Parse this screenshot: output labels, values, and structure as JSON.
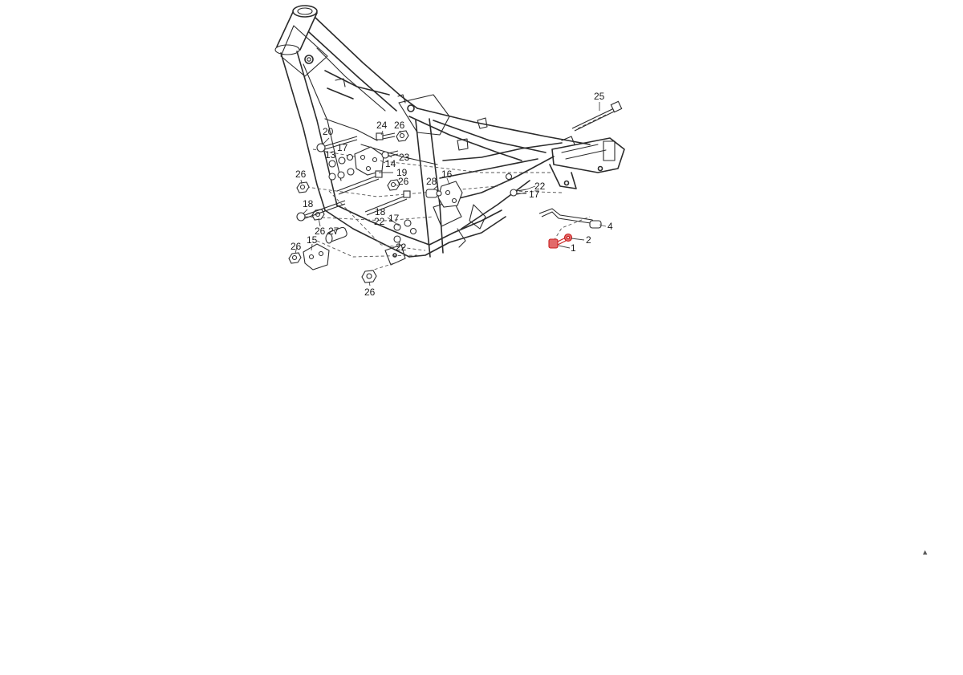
{
  "colors": {
    "line": "#2b2b2b",
    "highlight": "#d23a3a",
    "background": "#ffffff"
  },
  "callouts": {
    "c1": "1",
    "c2": "2",
    "c4": "4",
    "c13": "13",
    "c14": "14",
    "c15": "15",
    "c16": "16",
    "c17a": "17",
    "c17b": "17",
    "c17c": "17",
    "c18a": "18",
    "c18b": "18",
    "c19": "19",
    "c20": "20",
    "c22a": "22",
    "c22b": "22",
    "c22c": "22",
    "c23": "23",
    "c24": "24",
    "c25": "25",
    "c26a": "26",
    "c26b": "26",
    "c26c": "26",
    "c26d": "26",
    "c26e": "26",
    "c26f": "26",
    "c27": "27",
    "c28": "28"
  },
  "marks": {
    "corner_mark": "▲"
  }
}
